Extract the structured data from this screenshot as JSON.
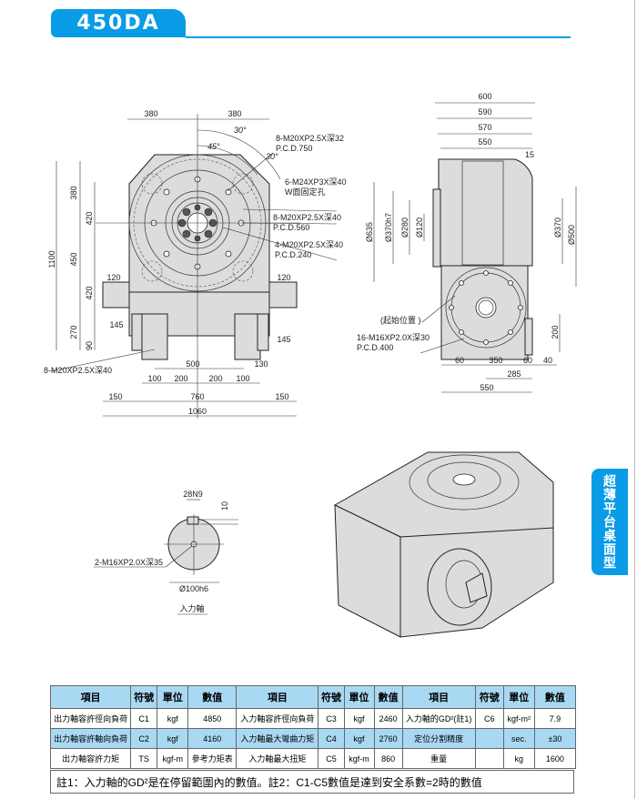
{
  "header": {
    "model": "450DA",
    "side_tab": "超薄平台桌面型"
  },
  "front": [
    "380",
    "380",
    "30°",
    "45°",
    "30°",
    "8-M20XP2.5X深32",
    "P.C.D.750",
    "6-M24XP3X深40",
    "W面固定孔",
    "8-M20XP2.5X深40",
    "P.C.D.560",
    "4-M20XP2.5X深40",
    "P.C.D.240",
    "1100",
    "380",
    "420",
    "450",
    "420",
    "270",
    "90",
    "120",
    "120",
    "145",
    "145",
    "8-M20XP2.5X深40",
    "500",
    "130",
    "100",
    "200",
    "200",
    "100",
    "150",
    "760",
    "150",
    "1060"
  ],
  "side": [
    "600",
    "590",
    "570",
    "550",
    "15",
    "Ø635",
    "Ø370h7",
    "Ø280",
    "Ø120",
    "Ø370",
    "Ø500",
    "200",
    "(起始位置 )",
    "16-M16XP2.0X深30",
    "P.C.D.400",
    "60",
    "350",
    "60",
    "40",
    "285",
    "550"
  ],
  "input_shaft": [
    "28N9",
    "10",
    "2-M16XP2.0X深35",
    "Ø100h6",
    "入力軸"
  ],
  "table": {
    "headers": [
      "項目",
      "符號",
      "單位",
      "數值",
      "項目",
      "符號",
      "單位",
      "數值",
      "項目",
      "符號",
      "單位",
      "數值"
    ],
    "rows": [
      [
        "出力軸容許徑向負荷",
        "C1",
        "kgf",
        "4850",
        "入力軸容許徑向負荷",
        "C3",
        "kgf",
        "2460",
        "入力軸的GD²(註1)",
        "C6",
        "kgf-m²",
        "7.9"
      ],
      [
        "出力軸容許軸向負荷",
        "C2",
        "kgf",
        "4160",
        "入力軸最大彎曲力矩",
        "C4",
        "kgf",
        "2760",
        "定位分割精度",
        "",
        "sec.",
        "±30"
      ],
      [
        "出力軸容許力矩",
        "TS",
        "kgf-m",
        "參考力矩表",
        "入力軸最大扭矩",
        "C5",
        "kgf-m",
        "860",
        "重量",
        "",
        "kg",
        "1600"
      ]
    ],
    "note": "註1：入力軸的GD²是在停留範圍內的數值。註2：C1-C5數值是達到安全系數=2時的數值"
  }
}
